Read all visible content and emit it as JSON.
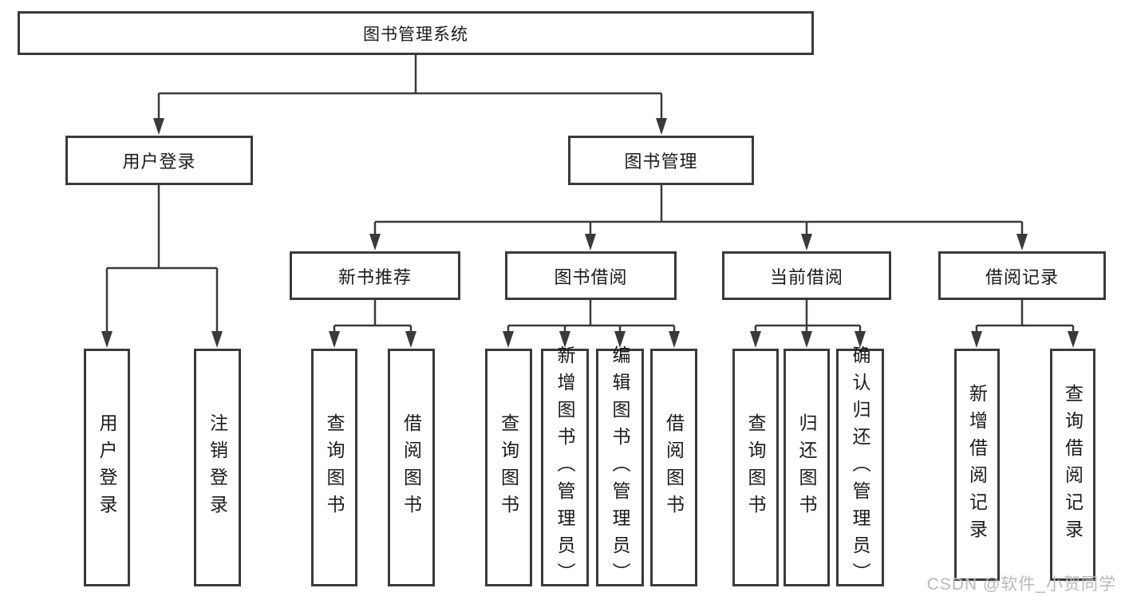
{
  "root": {
    "label": "图书管理系统"
  },
  "level2": [
    {
      "label": "用户登录"
    },
    {
      "label": "图书管理"
    }
  ],
  "level3": [
    {
      "label": "新书推荐"
    },
    {
      "label": "图书借阅"
    },
    {
      "label": "当前借阅"
    },
    {
      "label": "借阅记录"
    }
  ],
  "leaves": [
    {
      "label": "用户登录"
    },
    {
      "label": "注销登录"
    },
    {
      "label": "查询图书"
    },
    {
      "label": "借阅图书"
    },
    {
      "label": "查询图书"
    },
    {
      "label": "新增图书（管理员）"
    },
    {
      "label": "编辑图书（管理员）"
    },
    {
      "label": "借阅图书"
    },
    {
      "label": "查询图书"
    },
    {
      "label": "归还图书"
    },
    {
      "label": "确认归还（管理员）"
    },
    {
      "label": "新增借阅记录"
    },
    {
      "label": "查询借阅记录"
    }
  ],
  "watermark": {
    "text": "CSDN @软件_小贺同学"
  },
  "colors": {
    "line": "#3a3a3a",
    "border": "#3a3a3a",
    "text": "#1a1a1a",
    "watermark": "#b9b9b9",
    "background": "#ffffff"
  }
}
